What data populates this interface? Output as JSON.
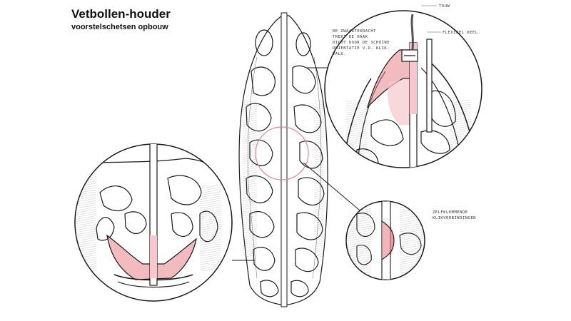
{
  "header": {
    "title": "Vetbollen-houder",
    "subtitle": "voorstelschetsen opbouw"
  },
  "annotations": {
    "top_detail_note": "DE ZWAARTEKRACHT\nTREKT DE HAAK\nDICHT DOOR DE SCHUINE\nORIENTATIE V.D. KLIK-\nVALK.",
    "top_label_1": "TOUW",
    "top_label_2": "FLEXIBEL DEEL",
    "side_detail_note": "ZELFKLEMMENDE\nKLIKVERBINDINGEN"
  },
  "colors": {
    "accent": "#e8838c",
    "accent_light": "#f6c8cd",
    "line": "#1a1a1a",
    "hatch": "#555555"
  }
}
